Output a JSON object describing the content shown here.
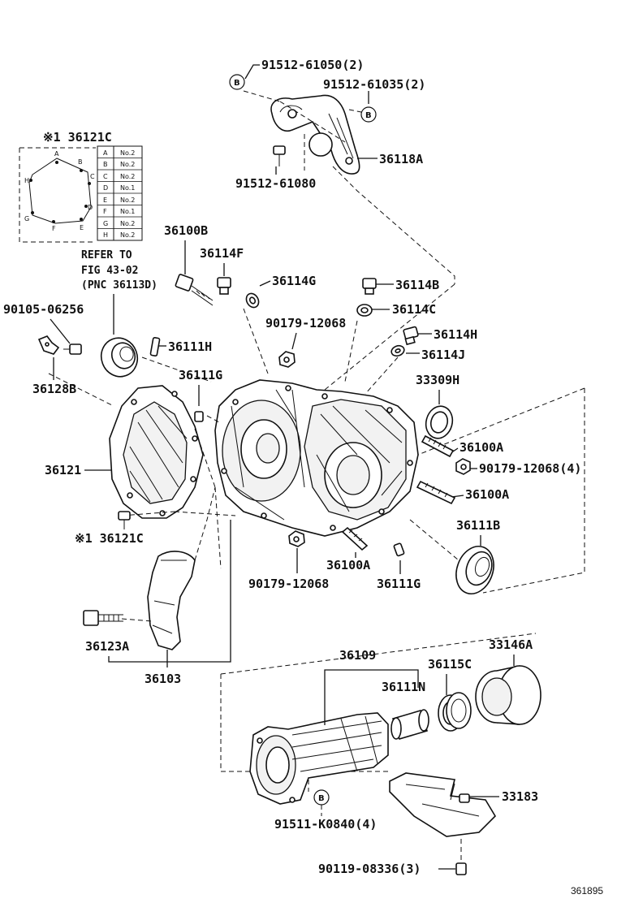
{
  "labels": {
    "p91512_61050": "91512-61050(2)",
    "p91512_61035": "91512-61035(2)",
    "p36118A": "36118A",
    "p91512_61080": "91512-61080",
    "p36121C_top": "※1 36121C",
    "p36100B": "36100B",
    "p36114F": "36114F",
    "p36114G": "36114G",
    "p36114B": "36114B",
    "p36114C": "36114C",
    "p90179_12068_top": "90179-12068",
    "p36114H": "36114H",
    "p36114J": "36114J",
    "p90105_06256": "90105-06256",
    "p36111H": "36111H",
    "p36128B": "36128B",
    "p36111G_top": "36111G",
    "p33309H": "33309H",
    "p36121": "36121",
    "p36100A_1": "36100A",
    "p90179_12068_4": "90179-12068(4)",
    "p36100A_2": "36100A",
    "p36121C_bottom": "※1 36121C",
    "p36111B": "36111B",
    "p36100A_3": "36100A",
    "p90179_12068_mid": "90179-12068",
    "p36111G_bottom": "36111G",
    "p36123A": "36123A",
    "p36103": "36103",
    "p36109": "36109",
    "p36115C": "36115C",
    "p33146A": "33146A",
    "p36111N": "36111N",
    "p33183": "33183",
    "p91511_K0840": "91511-K0840(4)",
    "p90119_08336": "90119-08336(3)"
  },
  "refer": {
    "line1": "REFER TO",
    "line2": "FIG 43-02",
    "line3": "(PNC 36113D)"
  },
  "callout_letter": "B",
  "bolt_table": {
    "rows": [
      {
        "pos": "A",
        "spec": "No.2"
      },
      {
        "pos": "B",
        "spec": "No.2"
      },
      {
        "pos": "C",
        "spec": "No.2"
      },
      {
        "pos": "D",
        "spec": "No.1"
      },
      {
        "pos": "E",
        "spec": "No.2"
      },
      {
        "pos": "F",
        "spec": "No.1"
      },
      {
        "pos": "G",
        "spec": "No.2"
      },
      {
        "pos": "H",
        "spec": "No.2"
      }
    ],
    "diagram_letters": [
      "A",
      "B",
      "C",
      "D",
      "E",
      "F",
      "G",
      "H"
    ]
  },
  "figure_number": "361895"
}
